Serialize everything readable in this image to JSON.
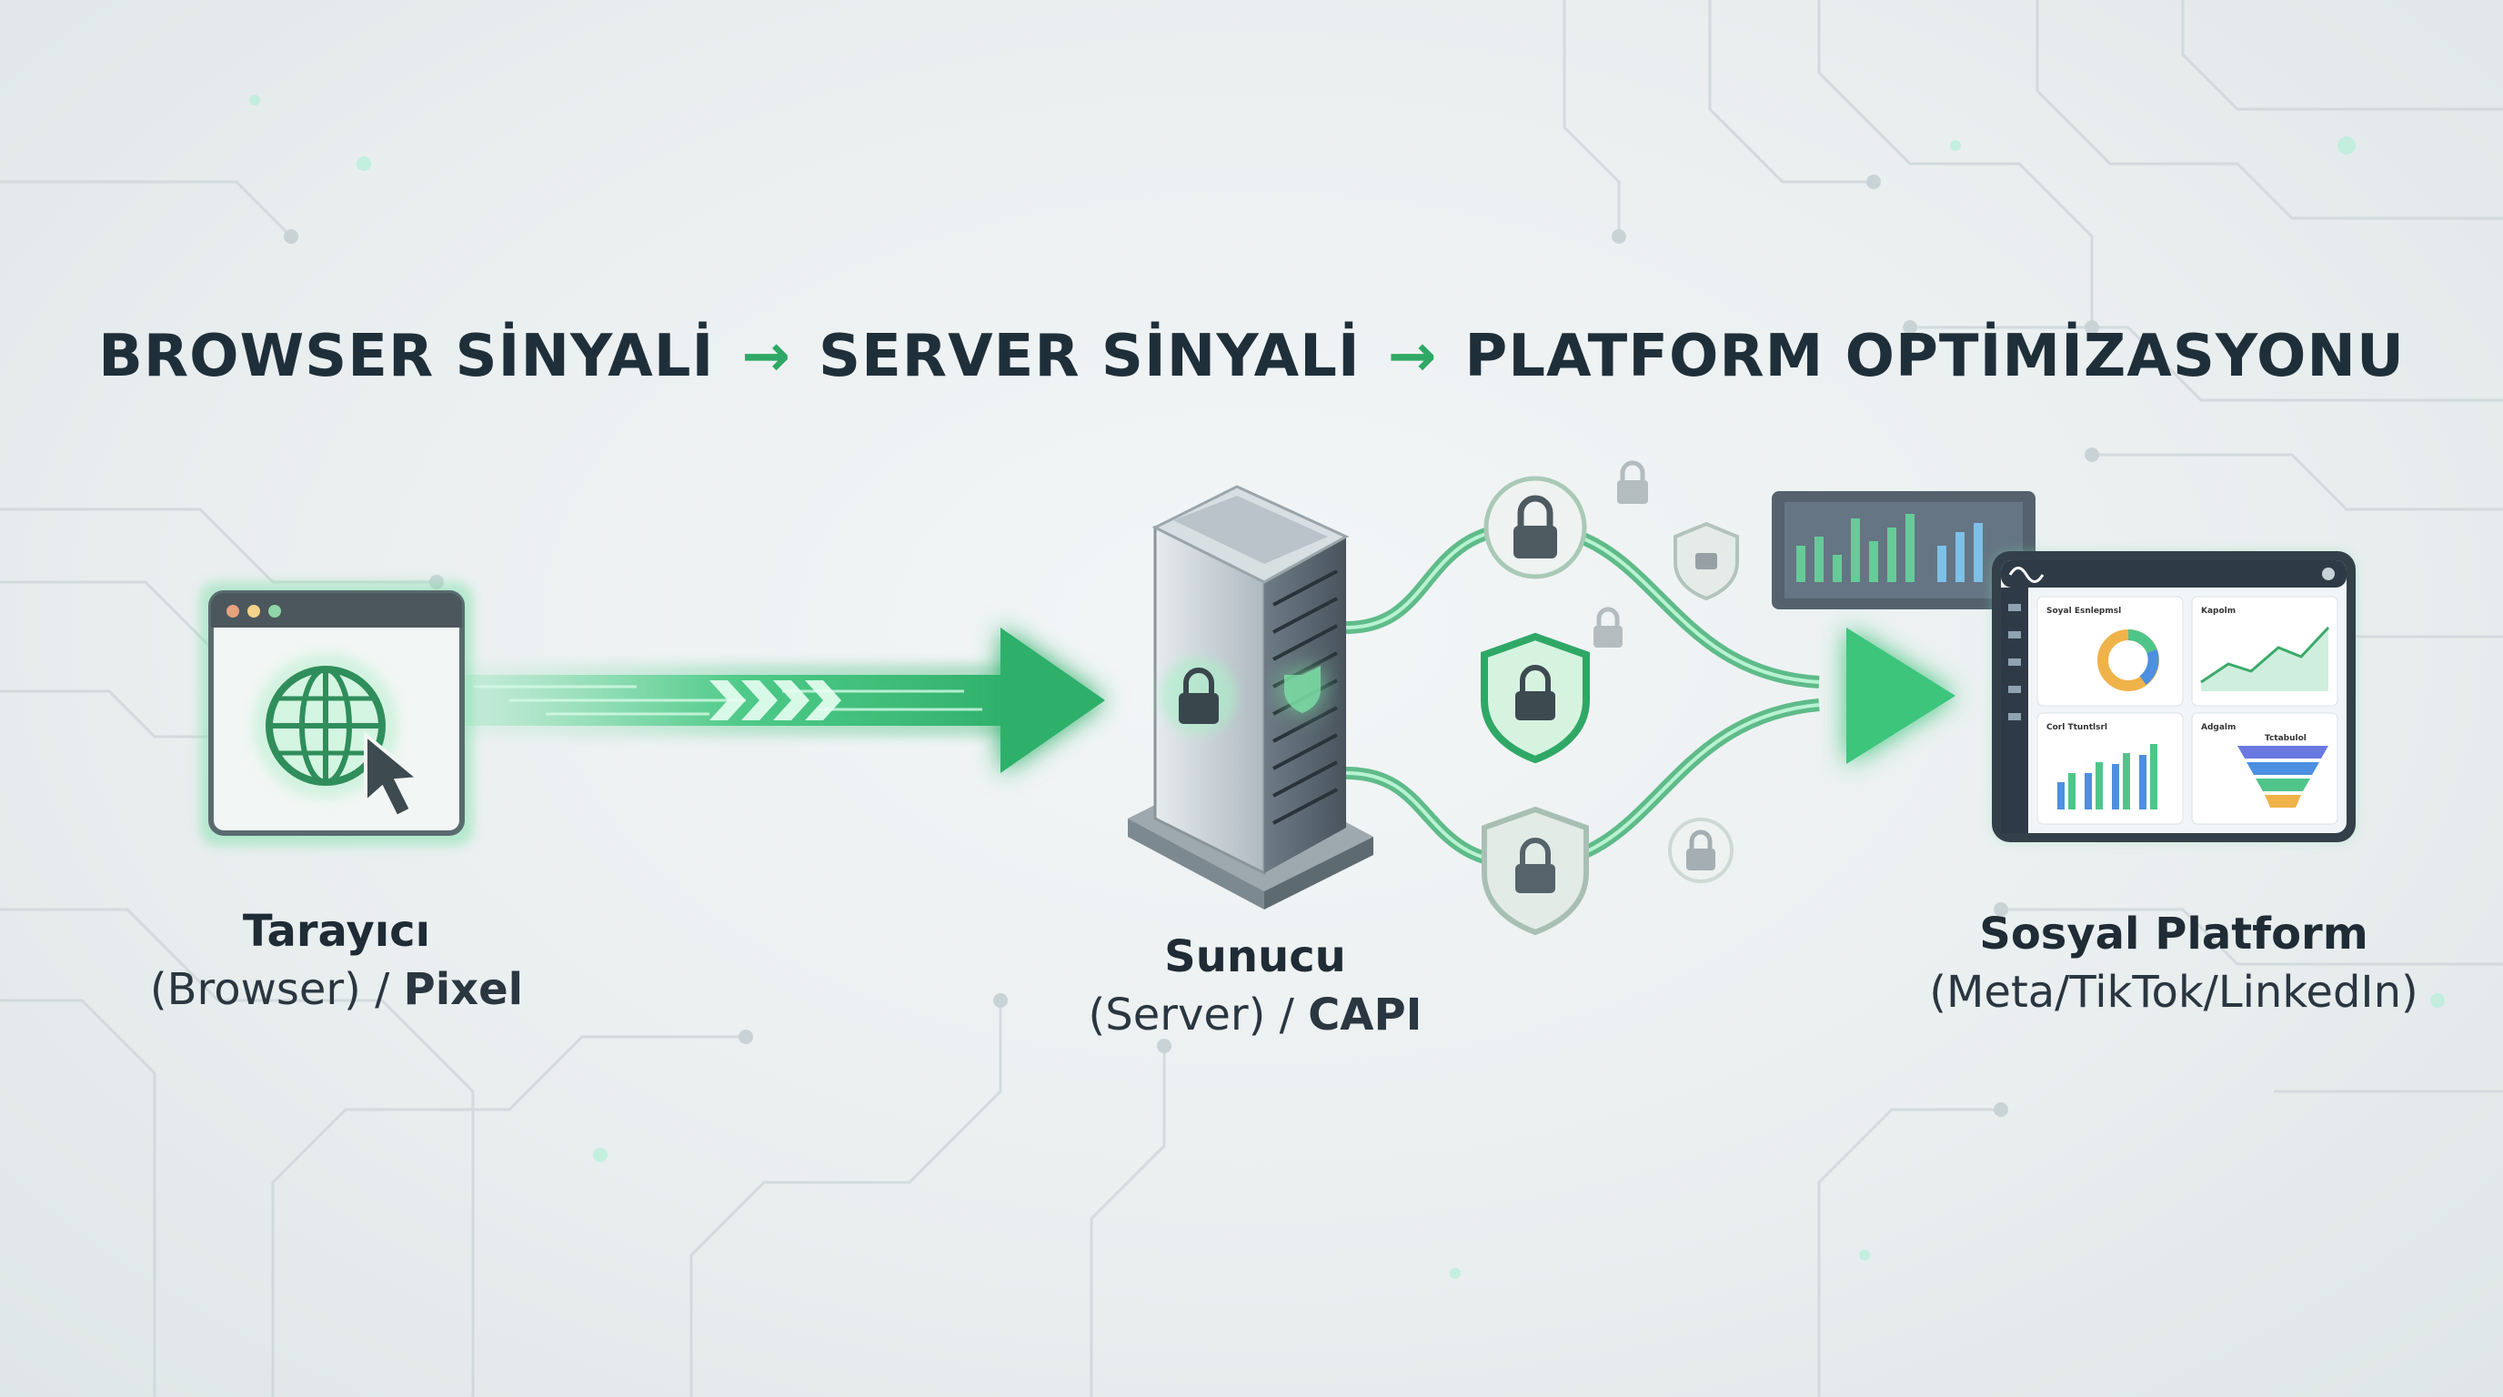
{
  "header": {
    "step1": "BROWSER SİNYALİ",
    "arrow1": "→",
    "step2": "SERVER SİNYALİ",
    "arrow2": "→",
    "step3": "PLATFORM OPTİMİZASYONU"
  },
  "nodes": {
    "browser": {
      "name": "Tarayıcı",
      "sub_plain": "(Browser) / ",
      "sub_bold": "Pixel"
    },
    "server": {
      "name": "Sunucu",
      "sub_plain": "(Server) / ",
      "sub_bold": "CAPI"
    },
    "platform": {
      "name": "Sosyal Platform",
      "sub": "(Meta/TikTok/LinkedIn)"
    }
  },
  "dashboard": {
    "panel1": "Soyal Esnlepmsl",
    "panel2": "Kapolm",
    "panel3": "Corl Ttuntlsrl",
    "panel4": "Adgalm",
    "panel4_sub": "Tctabulol"
  },
  "icons": [
    "globe-icon",
    "cursor-icon",
    "lock-icon",
    "shield-icon",
    "meta-logo-icon"
  ],
  "colors": {
    "accent": "#2fa866",
    "glow": "#5fe39a",
    "text": "#1f2f3a",
    "server": "#b9c3c9"
  }
}
